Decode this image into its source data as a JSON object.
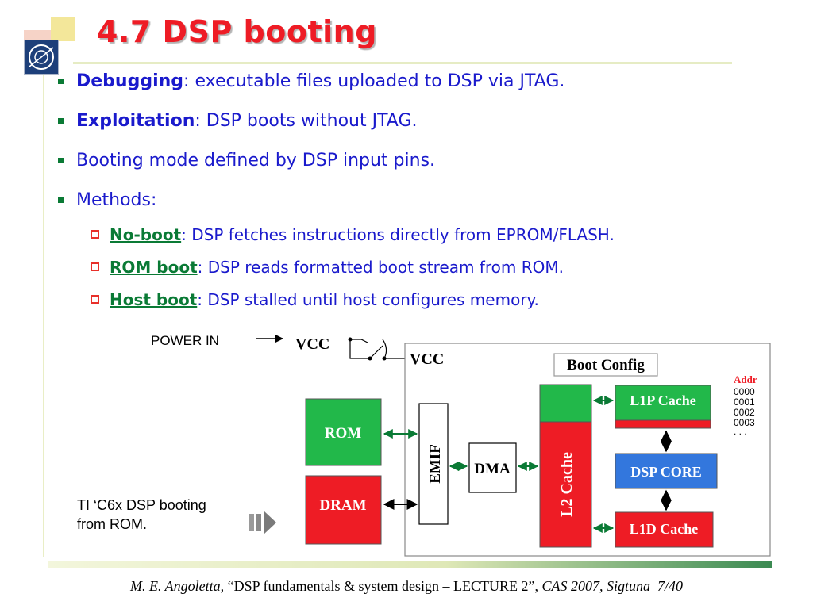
{
  "title": "4.7 DSP booting",
  "bullets": [
    {
      "keyword": "Debugging",
      "text": ": executable files uploaded to DSP via JTAG."
    },
    {
      "keyword": "Exploitation",
      "text": ": DSP boots without JTAG."
    },
    {
      "keyword": "",
      "text": "Booting mode defined by DSP input pins."
    },
    {
      "keyword": "",
      "text": "Methods:"
    }
  ],
  "methods": [
    {
      "keyword": "No-boot",
      "text": ": DSP fetches instructions directly from EPROM/FLASH."
    },
    {
      "keyword": "ROM boot",
      "text": ": DSP reads formatted boot stream from ROM."
    },
    {
      "keyword": "Host boot",
      "text": ": DSP stalled until host configures memory."
    }
  ],
  "diagram": {
    "power_in": "POWER IN",
    "vcc_outside": "VCC",
    "vcc_inside": "VCC",
    "boot_config": "Boot Config",
    "rom": "ROM",
    "dram": "DRAM",
    "emif": "EMIF",
    "dma": "DMA",
    "l2_cache": "L2 Cache",
    "l1p_cache": "L1P Cache",
    "dsp_core": "DSP CORE",
    "l1d_cache": "L1D Cache",
    "addr_header": "Addr",
    "addresses": [
      "0000",
      "0001",
      "0002",
      "0003",
      ". . ."
    ],
    "caption_line1": "TI ‘C6x DSP booting",
    "caption_line2": "from ROM."
  },
  "colors": {
    "title_red": "#ee1c25",
    "text_blue": "#1a1acc",
    "keyword_green": "#0a7a35",
    "block_green": "#22b84a",
    "block_red": "#ee1c25",
    "block_blue": "#3377dd"
  },
  "footer": {
    "author": "M. E. Angoletta,",
    "quote": " “DSP fundamentals & system design – LECTURE 2”,",
    "event": " CAS 2007, Sigtuna",
    "page": "7/40"
  }
}
